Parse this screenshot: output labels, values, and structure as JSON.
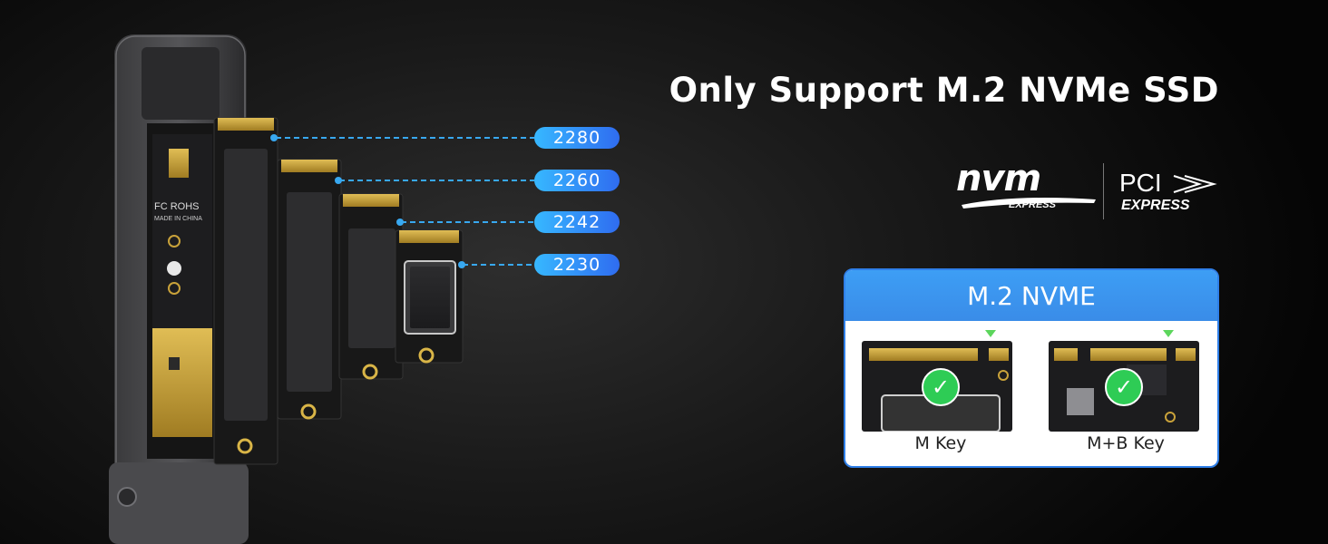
{
  "headline": "Only Support M.2 NVMe SSD",
  "enclosure": {
    "print_lines": [
      "FC  ROHS",
      "MADE IN CHINA"
    ]
  },
  "ssd_sizes": [
    "2280",
    "2260",
    "2242",
    "2230"
  ],
  "logos": {
    "nvm_word": "nvm",
    "nvm_sub": "EXPRESS",
    "pci_word": "PCI",
    "pci_sub": "EXPRESS"
  },
  "key_card": {
    "title": "M.2 NVME",
    "keys": [
      {
        "caption": "M Key",
        "supported": true
      },
      {
        "caption": "M+B Key",
        "supported": true
      }
    ]
  },
  "colors": {
    "accent_blue": "#2f7fe8",
    "pill_gradient_start": "#37b8ff",
    "pill_gradient_end": "#2f6cf0",
    "leader_line": "#38a8f0",
    "check_green": "#2ecc55",
    "gold": "#c9a23a"
  }
}
